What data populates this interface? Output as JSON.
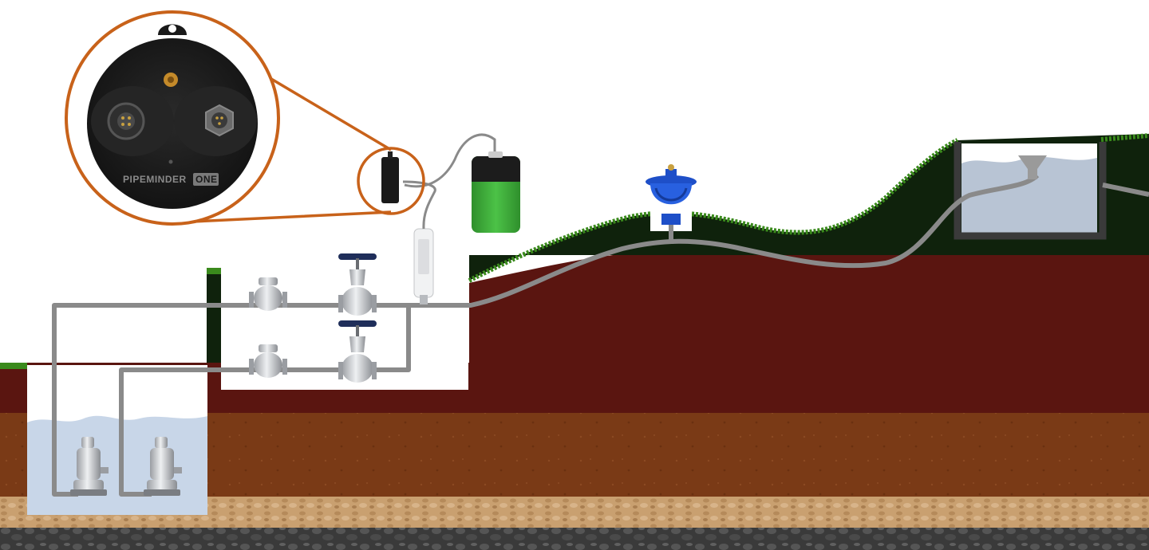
{
  "scene": {
    "device_brand": "PIPEMINDER",
    "device_brand_badge": "ONE"
  },
  "colors": {
    "sky": "#ffffff",
    "grass": "#3a8a1c",
    "topsoil_dark": "#0f220c",
    "clay_red": "#5a1510",
    "soil_brown": "#7a3a16",
    "sand": "#c9a070",
    "rock": "#3a3a3a",
    "water": "#c8d6e8",
    "pipe": "#8a8a8a",
    "callout_orange": "#c8621a",
    "battery_green": "#3fae3a",
    "air_valve_blue": "#1e4fc8",
    "valve_handle_navy": "#1f2e5a"
  },
  "components": [
    {
      "name": "pump-1",
      "label": ""
    },
    {
      "name": "pump-2",
      "label": ""
    },
    {
      "name": "check-valve",
      "label": ""
    },
    {
      "name": "gate-valve",
      "label": ""
    },
    {
      "name": "pressure-sensor",
      "label": ""
    },
    {
      "name": "battery-pack",
      "label": ""
    },
    {
      "name": "air-release-valve",
      "label": ""
    },
    {
      "name": "discharge-tank",
      "label": ""
    }
  ]
}
